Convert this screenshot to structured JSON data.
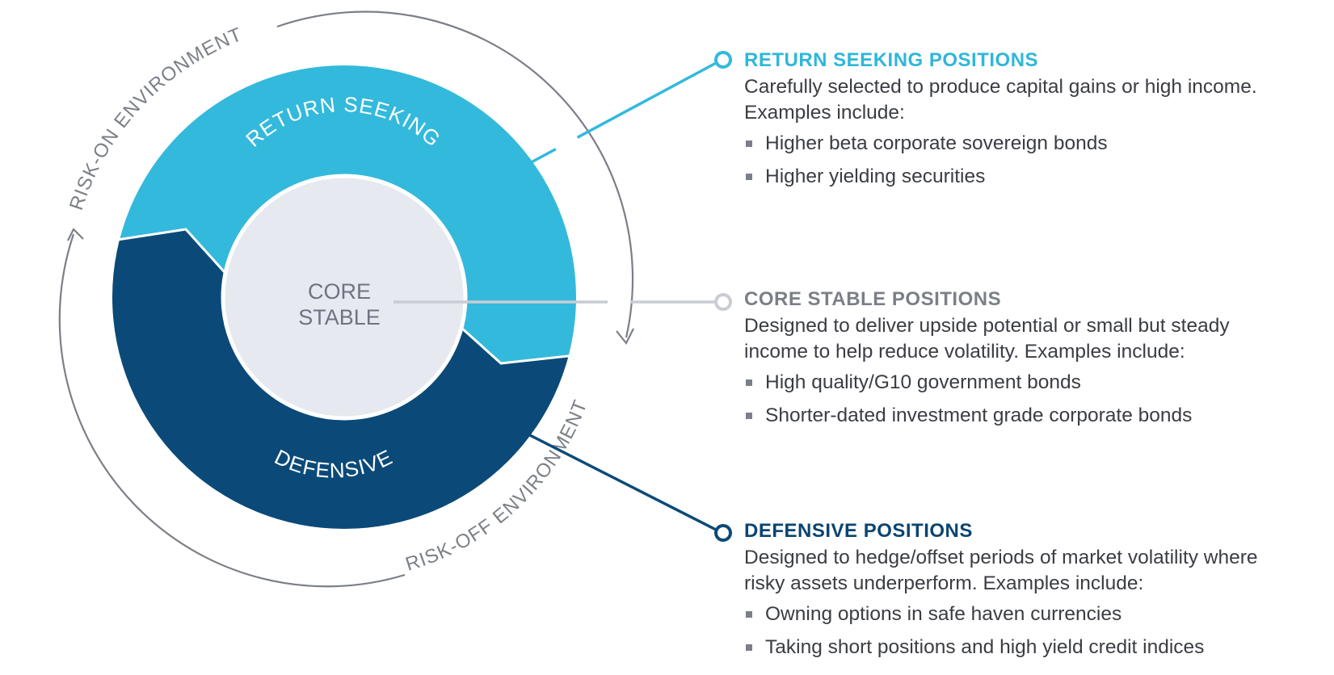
{
  "diagram": {
    "segments": {
      "return_seeking": "RETURN SEEKING",
      "core_stable_line1": "CORE",
      "core_stable_line2": "STABLE",
      "defensive": "DEFENSIVE"
    },
    "environments": {
      "risk_on": "RISK-ON ENVIRONMENT",
      "risk_off": "RISK-OFF ENVIRONMENT"
    },
    "colors": {
      "return_seeking": "#33b9dc",
      "defensive": "#0b4a78",
      "core_stable": "#e6e9ef",
      "environment_ring": "#7b7f87"
    }
  },
  "panels": [
    {
      "title": "RETURN SEEKING POSITIONS",
      "description_line1": "Carefully selected to produce capital gains or high income.",
      "description_line2": "Examples include:",
      "bullets": [
        "Higher beta corporate sovereign bonds",
        "Higher yielding securities"
      ]
    },
    {
      "title": "CORE STABLE POSITIONS",
      "description_line1": "Designed to deliver upside potential or small but steady",
      "description_line2": "income to help reduce volatility. Examples include:",
      "bullets": [
        "High quality/G10 government bonds",
        "Shorter-dated investment grade corporate bonds"
      ]
    },
    {
      "title": "DEFENSIVE POSITIONS",
      "description_line1": "Designed to hedge/offset periods of market volatility where",
      "description_line2": "risky assets underperform. Examples include:",
      "bullets": [
        "Owning options in safe haven currencies",
        "Taking short positions and high yield credit indices"
      ]
    }
  ]
}
